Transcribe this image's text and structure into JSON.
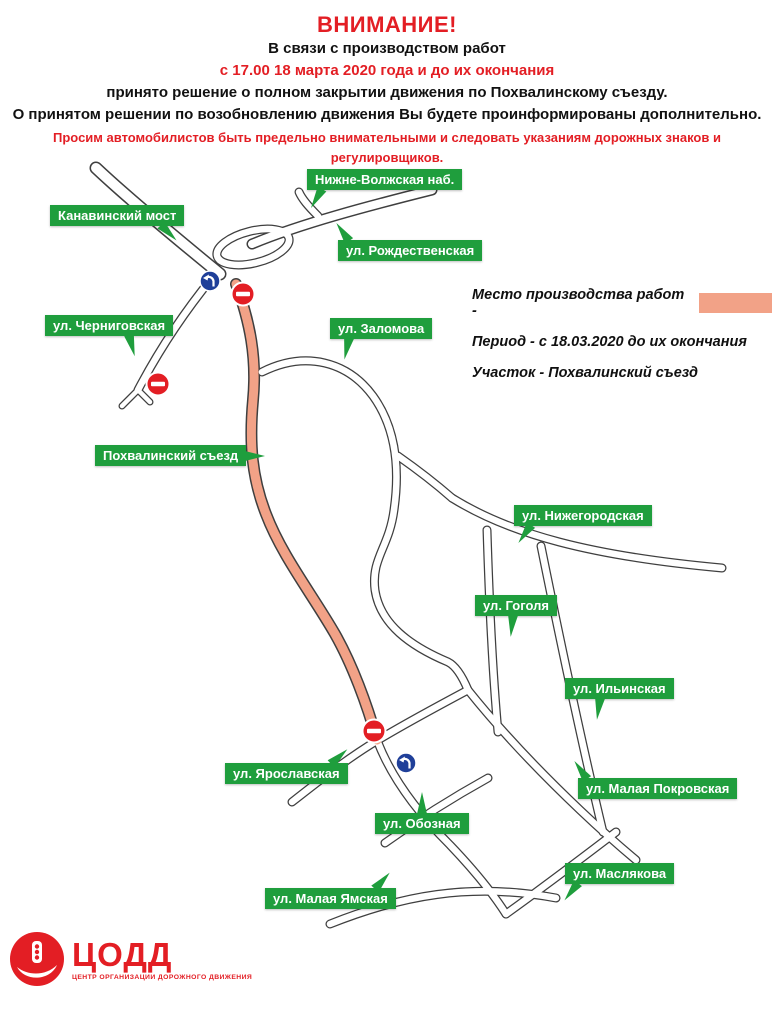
{
  "header": {
    "title": "ВНИМАНИЕ!",
    "line1": "В связи с производством работ",
    "line2": "с 17.00 18 марта 2020 года и до их окончания",
    "line3": "принято решение о полном закрытии движения по Похвалинскому съезду.",
    "line4": "О принятом решении по возобновлению движения Вы будете проинформированы дополнительно.",
    "line5": "Просим автомобилистов быть предельно внимательными и следовать указаниям дорожных знаков и регулировщиков."
  },
  "legend": {
    "works_label": "Место производства работ -",
    "period": "Период - с 18.03.2020 до их окончания",
    "section": "Участок - Похвалинский съезд",
    "highlight_color": "#f2a287"
  },
  "map": {
    "labels": [
      {
        "id": "nizhne-volzhskaya",
        "text": "Нижне-Волжская наб."
      },
      {
        "id": "kanavinsky-most",
        "text": "Канавинский мост"
      },
      {
        "id": "rozhdestvenskaya",
        "text": "ул. Рождественская"
      },
      {
        "id": "chernigovskaya",
        "text": "ул. Черниговская"
      },
      {
        "id": "zalomova",
        "text": "ул. Заломова"
      },
      {
        "id": "pokhvalinsky-sezd",
        "text": "Похвалинский съезд"
      },
      {
        "id": "nizhegorodskaya",
        "text": "ул. Нижегородская"
      },
      {
        "id": "gogolya",
        "text": "ул. Гоголя"
      },
      {
        "id": "ilinskaya",
        "text": "ул. Ильинская"
      },
      {
        "id": "yaroslavskaya",
        "text": "ул. Ярославская"
      },
      {
        "id": "malaya-pokrovskaya",
        "text": "ул. Малая Покровская"
      },
      {
        "id": "oboznaya",
        "text": "ул. Обозная"
      },
      {
        "id": "maslyakova",
        "text": "ул. Маслякова"
      },
      {
        "id": "malaya-yamskaya",
        "text": "ул. Малая Ямская"
      }
    ],
    "signs": {
      "no_entry_color": "#e31e24",
      "turn_sign_color": "#1f3f99"
    }
  },
  "logo": {
    "name": "ЦОДД",
    "subtitle": "ЦЕНТР ОРГАНИЗАЦИИ ДОРОЖНОГО ДВИЖЕНИЯ"
  },
  "colors": {
    "label_green": "#1f9e3d",
    "alert_red": "#e31e24",
    "closed_route": "#f2a287"
  }
}
